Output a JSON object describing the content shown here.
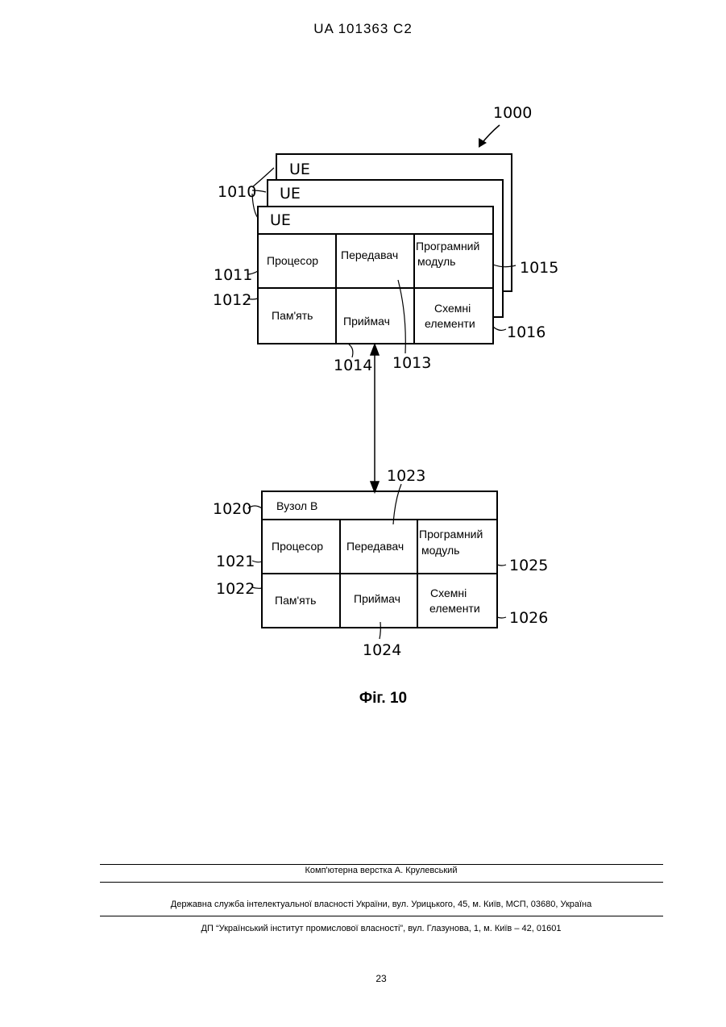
{
  "header": {
    "patent_number": "UA   101363   C2"
  },
  "diagram": {
    "ref_system": "1000",
    "ue": {
      "title": "UE",
      "ref_group": "1010",
      "cells": {
        "processor": "Процесор",
        "transmitter": "Передавач",
        "program_module_l1": "Програмний",
        "program_module_l2": "модуль",
        "memory": "Пам'ять",
        "receiver": "Приймач",
        "circuit_elements_l1": "Схемні",
        "circuit_elements_l2": "елементи"
      },
      "refs": {
        "processor": "1011",
        "memory": "1012",
        "transmitter": "1013",
        "receiver": "1014",
        "program_module": "1015",
        "circuit_elements": "1016"
      }
    },
    "node": {
      "title": "Вузол В",
      "ref_node": "1020",
      "cells": {
        "processor": "Процесор",
        "transmitter": "Передавач",
        "program_module_l1": "Програмний",
        "program_module_l2": "модуль",
        "memory": "Пам'ять",
        "receiver": "Приймач",
        "circuit_elements_l1": "Схемні",
        "circuit_elements_l2": "елементи"
      },
      "refs": {
        "processor": "1021",
        "memory": "1022",
        "transmitter": "1023",
        "receiver": "1024",
        "program_module": "1025",
        "circuit_elements": "1026"
      }
    },
    "caption": "Фіг. 10"
  },
  "footer": {
    "layout_credit": "Комп'ютерна верстка А. Крулевський",
    "agency": "Державна служба інтелектуальної власності України, вул. Урицького, 45, м. Київ, МСП, 03680, Україна",
    "institute": "ДП “Український інститут промислової власності”, вул. Глазунова, 1, м. Київ – 42, 01601",
    "page_number": "23"
  }
}
